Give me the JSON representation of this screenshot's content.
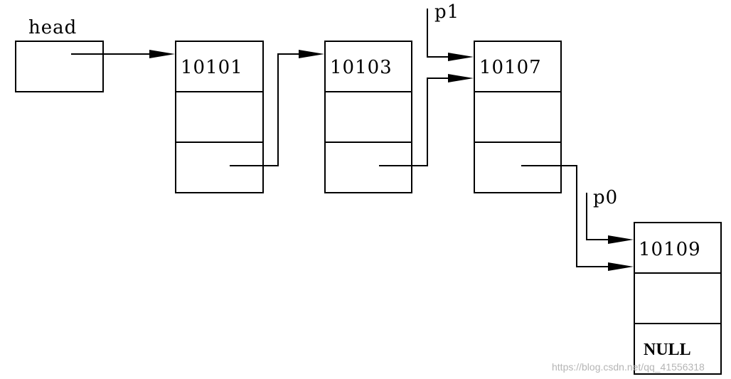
{
  "head": {
    "label": "head"
  },
  "pointers": {
    "p1": "p1",
    "p0": "p0"
  },
  "nodes": [
    {
      "num": "10101",
      "next": ""
    },
    {
      "num": "10103",
      "next": ""
    },
    {
      "num": "10107",
      "next": ""
    },
    {
      "num": "10109",
      "next": "NULL"
    }
  ],
  "watermark": "https://blog.csdn.net/qq_41556318"
}
